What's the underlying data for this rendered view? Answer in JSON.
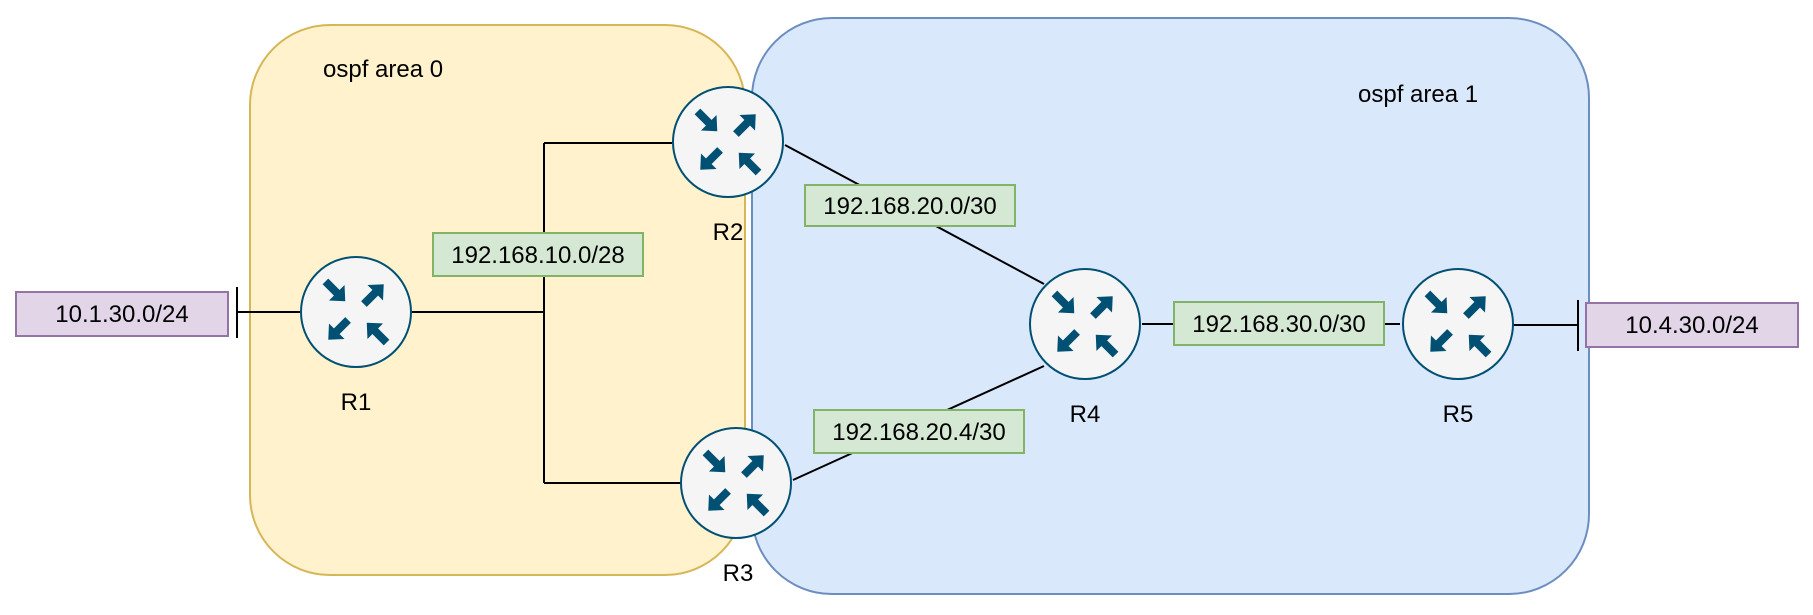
{
  "areas": {
    "area0": {
      "label": "ospf area 0",
      "fill": "#FFF2CC",
      "stroke": "#D6B656"
    },
    "area1": {
      "label": "ospf area 1",
      "fill": "#DAE8FC",
      "stroke": "#6C8EBF"
    }
  },
  "routers": {
    "r1": {
      "label": "R1"
    },
    "r2": {
      "label": "R2"
    },
    "r3": {
      "label": "R3"
    },
    "r4": {
      "label": "R4"
    },
    "r5": {
      "label": "R5"
    },
    "icon": {
      "name": "router-icon",
      "fill": "#F5F5F5",
      "stroke": "#005073",
      "arrow_color": "#005073"
    }
  },
  "subnets": {
    "net_10_28": {
      "label": "192.168.10.0/28"
    },
    "net_20_0": {
      "label": "192.168.20.0/30"
    },
    "net_20_4": {
      "label": "192.168.20.4/30"
    },
    "net_30_0": {
      "label": "192.168.30.0/30"
    },
    "style": {
      "fill": "#D5E8D4",
      "stroke": "#82B366"
    }
  },
  "lans": {
    "lan_r1": {
      "label": "10.1.30.0/24"
    },
    "lan_r5": {
      "label": "10.4.30.0/24"
    },
    "style": {
      "fill": "#E1D5E7",
      "stroke": "#9673A6"
    }
  }
}
